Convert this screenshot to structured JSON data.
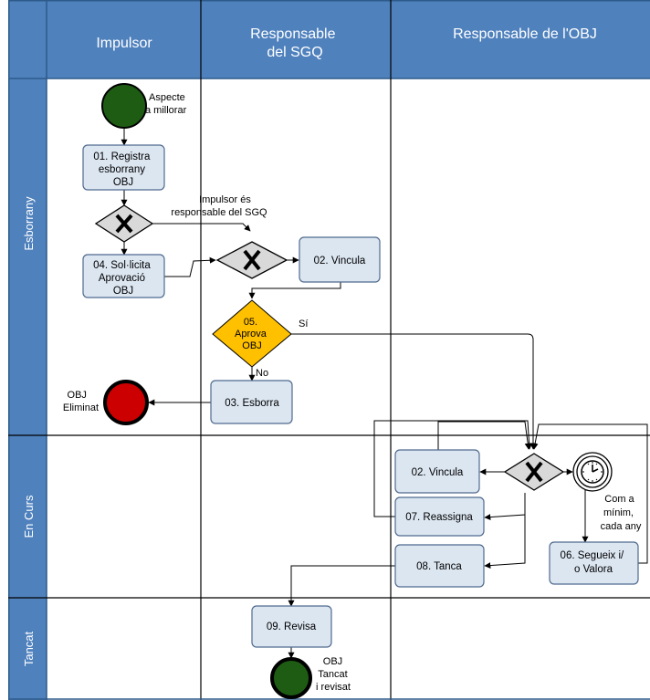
{
  "columns": {
    "impulsor": [
      "Impulsor"
    ],
    "responsable_sgq": [
      "Responsable",
      "del SGQ"
    ],
    "responsable_obj": [
      "Responsable de l'OBJ"
    ]
  },
  "lanes": {
    "esborrany": "Esborrany",
    "en_curs": "En Curs",
    "tancat": "Tancat"
  },
  "events": {
    "start": [
      "Aspecte",
      "a millorar"
    ],
    "end_eliminat": [
      "OBJ",
      "Eliminat"
    ],
    "timer": [
      "Com a",
      "mínim,",
      "cada any"
    ],
    "end_tancat": [
      "OBJ",
      "Tancat",
      "i revisat"
    ]
  },
  "tasks": {
    "registra": [
      "01. Registra",
      "esborrany",
      "OBJ"
    ],
    "sol_licita": [
      "04. Sol·licita",
      "Aprovació",
      "OBJ"
    ],
    "vincula_1": [
      "02. Vincula"
    ],
    "esborra": [
      "03. Esborra"
    ],
    "vincula_2": [
      "02. Vincula"
    ],
    "reassigna": [
      "07. Reassigna"
    ],
    "tanca": [
      "08. Tanca"
    ],
    "segueix": [
      "06. Segueix i/",
      "o Valora"
    ],
    "revisa": [
      "09. Revisa"
    ]
  },
  "gateways": {
    "aprova": [
      "05.",
      "Aprova",
      "OBJ"
    ]
  },
  "labels": {
    "impulsor_responsable": [
      "Impulsor és",
      "responsable del SGQ"
    ],
    "si": "Sí",
    "no": "No"
  },
  "colors": {
    "header_blue": "#4F81BD",
    "header_border": "#2E5A8A",
    "task_fill": "#DCE6F1",
    "task_border": "#4F6A8F",
    "start_green": "#1E5C14",
    "end_red": "#CC0000",
    "gateway_gray": "#D9D9D9",
    "gateway_decision": "#FFC000"
  }
}
